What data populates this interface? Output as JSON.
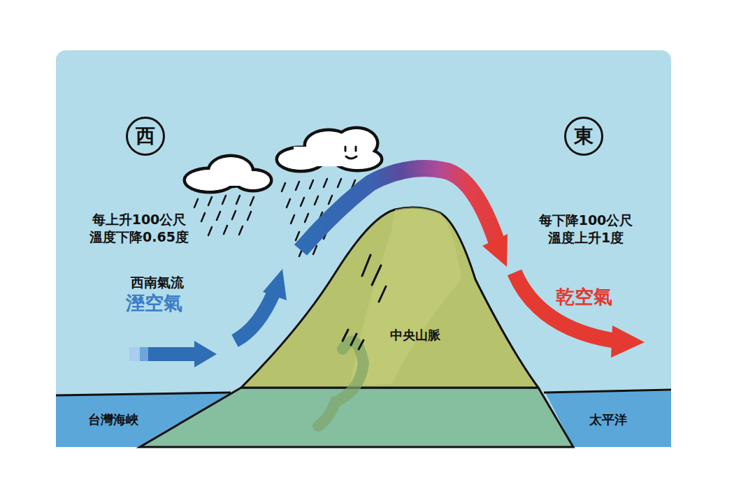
{
  "diagram": {
    "nodes": [
      {
        "text": [
          "西"
        ]
      },
      {
        "text": [
          "東"
        ]
      }
    ],
    "labels": [
      "每上升100公尺 溫度下降0.65度",
      "西南氣流",
      "溼空氣",
      "每下降100公尺 溫度上升1度",
      "乾空氣",
      "中央山脈",
      "台灣海峽",
      "太平洋"
    ]
  }
}
